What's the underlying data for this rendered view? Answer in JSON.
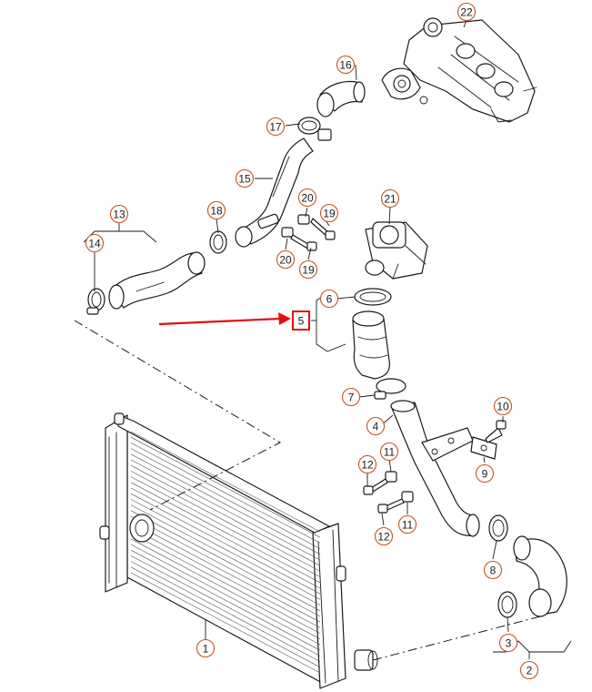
{
  "diagram": {
    "callouts": [
      {
        "id": "c1",
        "label": "1"
      },
      {
        "id": "c2",
        "label": "2"
      },
      {
        "id": "c3",
        "label": "3"
      },
      {
        "id": "c4",
        "label": "4"
      },
      {
        "id": "c5",
        "label": "5",
        "highlighted": true
      },
      {
        "id": "c6",
        "label": "6"
      },
      {
        "id": "c7",
        "label": "7"
      },
      {
        "id": "c8",
        "label": "8"
      },
      {
        "id": "c9",
        "label": "9"
      },
      {
        "id": "c10",
        "label": "10"
      },
      {
        "id": "c11a",
        "label": "11"
      },
      {
        "id": "c11b",
        "label": "11"
      },
      {
        "id": "c12a",
        "label": "12"
      },
      {
        "id": "c12b",
        "label": "12"
      },
      {
        "id": "c13",
        "label": "13"
      },
      {
        "id": "c14",
        "label": "14"
      },
      {
        "id": "c15",
        "label": "15"
      },
      {
        "id": "c16",
        "label": "16"
      },
      {
        "id": "c17",
        "label": "17"
      },
      {
        "id": "c18",
        "label": "18"
      },
      {
        "id": "c19a",
        "label": "19"
      },
      {
        "id": "c19b",
        "label": "19"
      },
      {
        "id": "c20a",
        "label": "20"
      },
      {
        "id": "c20b",
        "label": "20"
      },
      {
        "id": "c21",
        "label": "21"
      },
      {
        "id": "c22",
        "label": "22"
      }
    ],
    "colors": {
      "callout_ring": "#c0531a",
      "highlight": "#e01010",
      "line": "#1a1a1a"
    }
  }
}
